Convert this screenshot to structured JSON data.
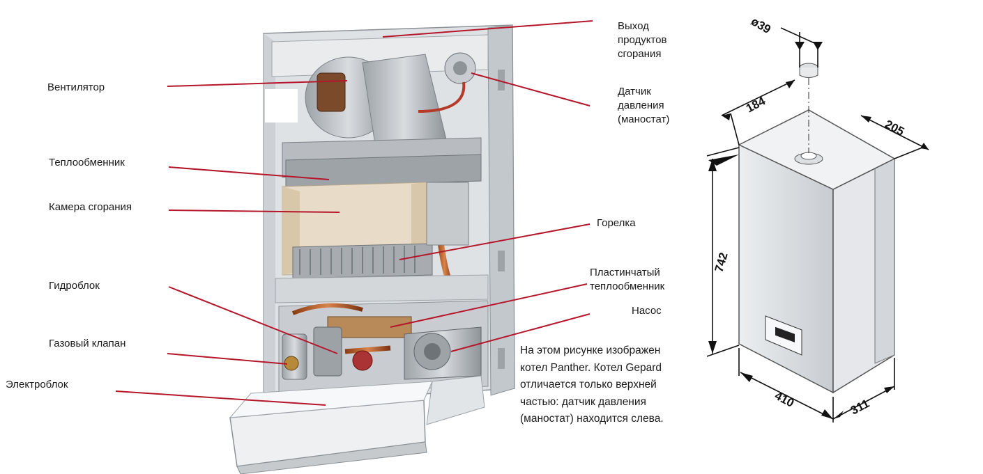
{
  "labels": {
    "fan": "Вентилятор",
    "heat_exchanger": "Теплообменник",
    "combustion_chamber": "Камера сгорания",
    "hydroblock": "Гидроблок",
    "gas_valve": "Газовый клапан",
    "electroblock": "Электроблок",
    "flue_outlet": [
      "Выход",
      "продуктов",
      "сгорания"
    ],
    "pressure_sensor": [
      "Датчик",
      "давления",
      "(маностат)"
    ],
    "burner": "Горелка",
    "plate_heat_exchanger": [
      "Пластинчатый",
      "теплообменник"
    ],
    "pump": "Насос"
  },
  "note": [
    "На этом рисунке изображен",
    "котел Panther.  Котел Gepard",
    "отличается только верхней",
    "частью: датчик давления",
    "(маностат) находится слева."
  ],
  "dimensions": {
    "flue_diameter": "ø39",
    "top_offset": "184",
    "top_depth": "205",
    "height": "742",
    "width": "410",
    "depth": "311"
  },
  "colors": {
    "leader_line": "#b5162a",
    "dimension_line": "#111111"
  }
}
